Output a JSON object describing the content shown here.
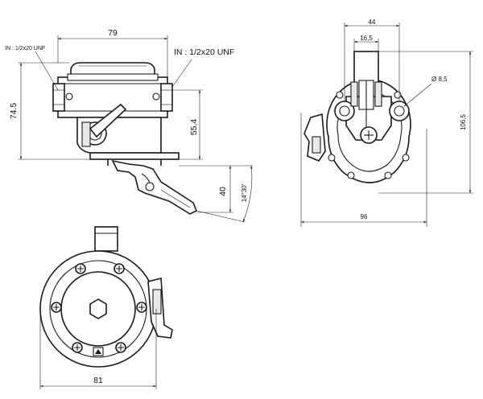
{
  "side_view": {
    "width_dim": "79",
    "height_dim": "74.5",
    "mid_height_dim": "55,4",
    "lever_dim": "40",
    "lever_angle": "14°30'",
    "inlet_left": "IN : 1/2x20 UNF",
    "inlet_right": "IN : 1/2x20 UNF"
  },
  "end_view": {
    "top_width_dim": "44",
    "inner_width_dim": "16,5",
    "hole_dim": "Ø 8,5",
    "height_dim": "106,5",
    "bottom_width_dim": "96"
  },
  "bottom_view": {
    "width_dim": "81"
  }
}
